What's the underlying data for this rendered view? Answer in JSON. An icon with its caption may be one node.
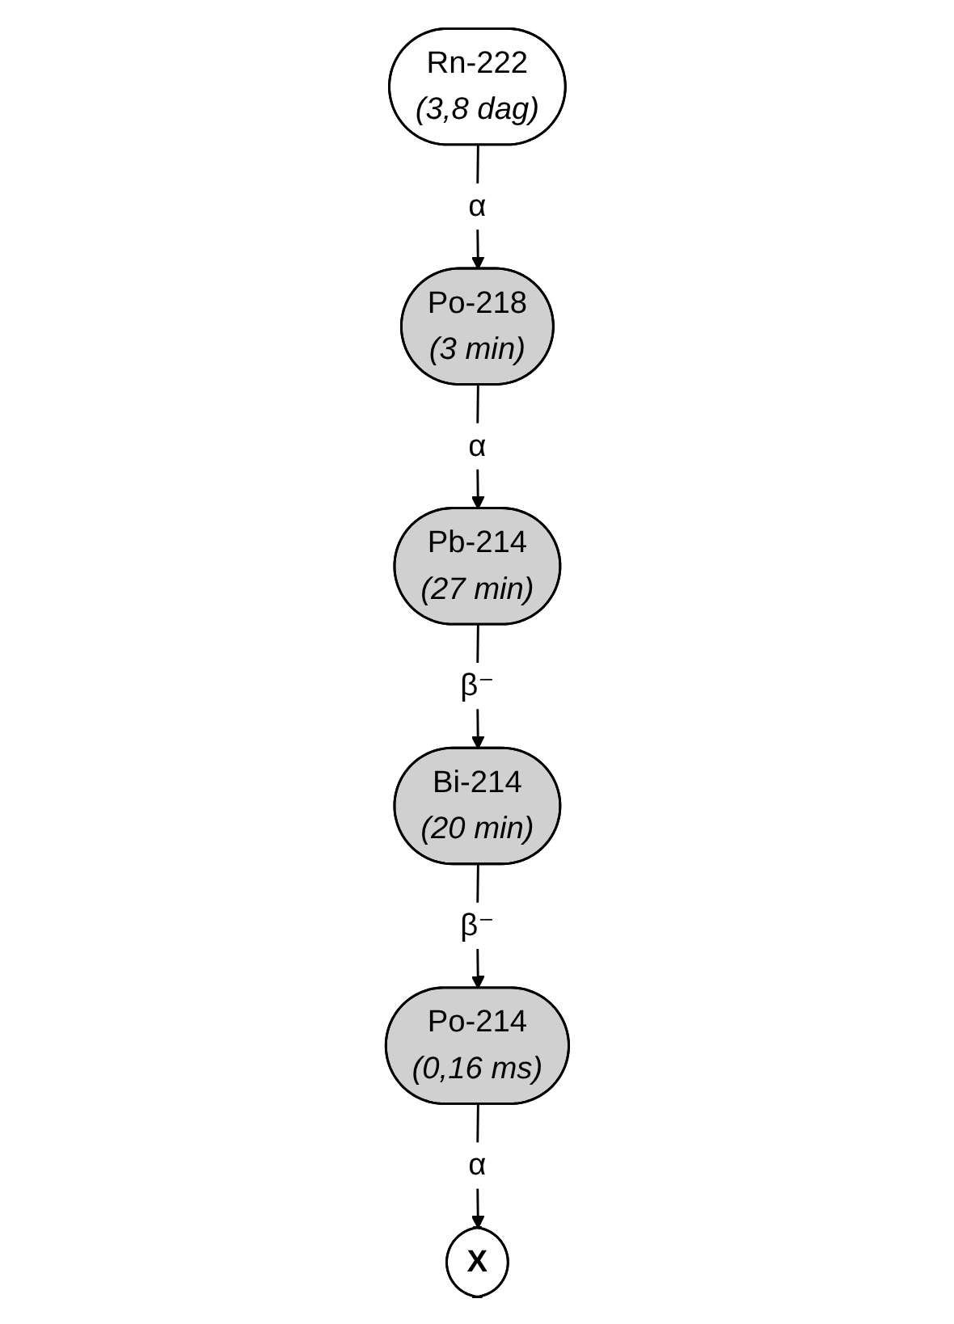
{
  "diagram": {
    "nodes": [
      {
        "text": [
          "Rn-222",
          "(3,8 dag)"
        ]
      },
      {
        "text": [
          "Po-218",
          "(3 min)"
        ]
      },
      {
        "text": [
          "Pb-214",
          "(27 min)"
        ]
      },
      {
        "text": [
          "Bi-214",
          "(20 min)"
        ]
      },
      {
        "text": [
          "Po-214",
          "(0,16 ms)"
        ]
      },
      {
        "text": [
          "X"
        ]
      }
    ],
    "edges": [
      {
        "from": 0,
        "to": 1,
        "arrow": "to",
        "label": "α"
      },
      {
        "from": 1,
        "to": 2,
        "arrow": "to",
        "label": "α"
      },
      {
        "from": 2,
        "to": 3,
        "arrow": "to",
        "label": "β⁻"
      },
      {
        "from": 3,
        "to": 4,
        "arrow": "to",
        "label": "β⁻"
      },
      {
        "from": 4,
        "to": 5,
        "arrow": "to",
        "label": "α"
      }
    ]
  }
}
